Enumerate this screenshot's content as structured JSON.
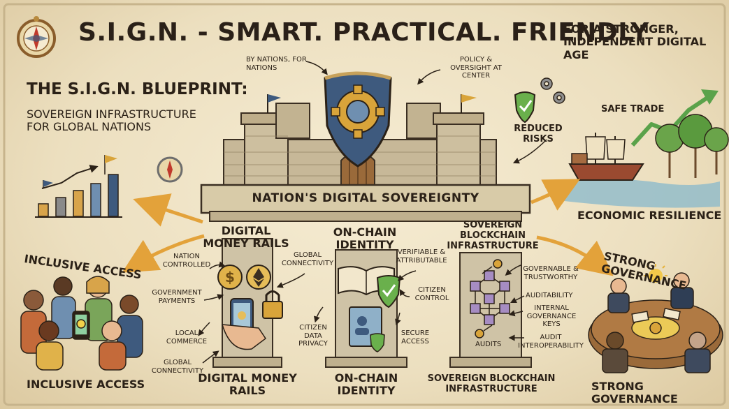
{
  "header": {
    "title": "S.I.G.N. - SMART. PRACTICAL. FRIENDLY",
    "subtitle": "FOR A STRONGER, INDEPENDENT DIGITAL AGE"
  },
  "blueprint": {
    "title": "THE S.I.G.N. BLUEPRINT:",
    "subtitle": "SOVEREIGN INFRASTRUCTURE FOR GLOBAL NATIONS"
  },
  "castle": {
    "banner": "NATION'S DIGITAL SOVEREIGNTY",
    "note_left": "BY NATIONS, FOR NATIONS",
    "note_right": "POLICY & OVERSIGHT AT CENTER",
    "reduced_risks": "REDUCED RISKS"
  },
  "economy": {
    "safe_trade": "SAFE TRADE",
    "label": "ECONOMIC RESILIENCE"
  },
  "pillars": {
    "money": {
      "top_label": "DIGITAL MONEY RAILS",
      "bottom_label": "DIGITAL MONEY RAILS",
      "notes": [
        "NATION CONTROLLED",
        "GOVERNMENT PAYMENTS",
        "LOCAL COMMERCE",
        "GLOBAL CONNECTIVITY",
        "GLOBAL CONNECTIVITY"
      ]
    },
    "identity": {
      "top_label": "ON-CHAIN IDENTITY",
      "bottom_label": "ON-CHAIN IDENTITY",
      "notes": [
        "VERIFIABLE & ATTRIBUTABLE",
        "CITIZEN CONTROL",
        "CITIZEN DATA PRIVACY",
        "SECURE ACCESS"
      ]
    },
    "blockchain": {
      "top_label": "SOVEREIGN BLOCKCHAIN INFRASTRUCTURE",
      "bottom_label": "SOVEREIGN BLOCKCHAIN INFRASTRUCTURE",
      "notes": [
        "GOVERNABLE & TRUSTWORTHY",
        "AUDITABILITY",
        "INTERNAL GOVERNANCE KEYS",
        "AUDIT INTEROPERABILITY",
        "AUDITS"
      ]
    }
  },
  "access": {
    "top_label": "INCLUSIVE ACCESS",
    "bottom_label": "INCLUSIVE ACCESS"
  },
  "governance": {
    "top_label": "STRONG GOVERNANCE",
    "bottom_label": "STRONG GOVERNANCE"
  },
  "colors": {
    "parchment": "#efe4c8",
    "ink": "#2b2117",
    "stone": "#b9aa8c",
    "shield_blue": "#3e5a7e",
    "gold": "#d9a43a",
    "arrow": "#e3a23a",
    "green": "#5aa24a",
    "water": "#7fb2c5"
  }
}
